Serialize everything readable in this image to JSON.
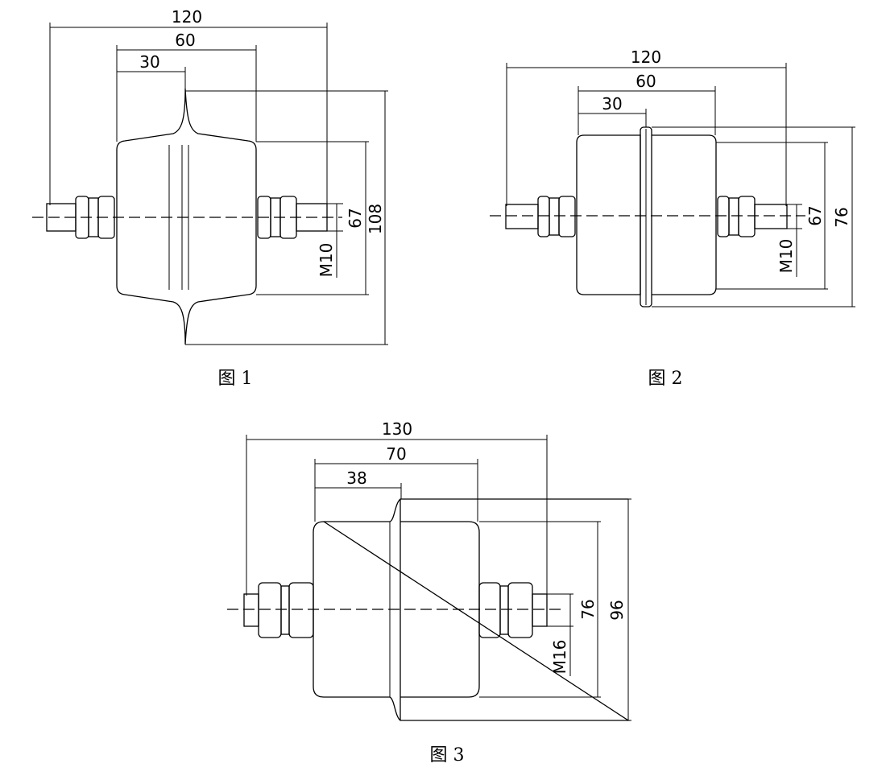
{
  "figures": [
    {
      "caption": "图 1",
      "dims": {
        "overall_length": "120",
        "mid_length": "60",
        "flange_offset": "30",
        "inner_height": "67",
        "outer_height": "108",
        "thread": "M10"
      }
    },
    {
      "caption": "图 2",
      "dims": {
        "overall_length": "120",
        "mid_length": "60",
        "flange_offset": "30",
        "inner_height": "67",
        "outer_height": "76",
        "thread": "M10"
      }
    },
    {
      "caption": "图 3",
      "dims": {
        "overall_length": "130",
        "mid_length": "70",
        "flange_offset": "38",
        "inner_height": "76",
        "outer_height": "96",
        "thread": "M16"
      }
    }
  ]
}
